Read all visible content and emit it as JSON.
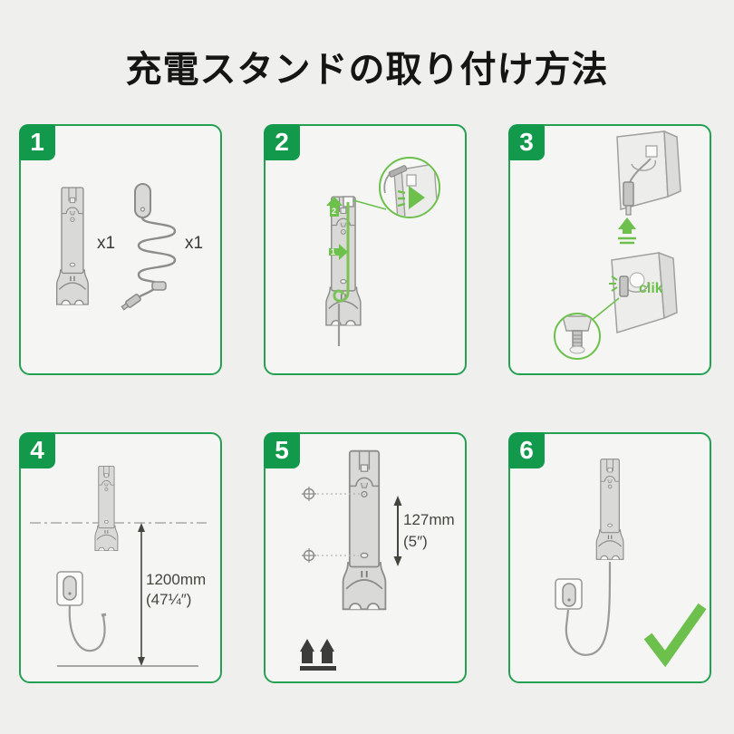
{
  "title": "充電スタンドの取り付け方法",
  "colors": {
    "page_background": "#efefed",
    "panel_border_green": "#24a053",
    "badge_green": "#12994b",
    "accent_green": "#6cc04b",
    "line_gray": "#8c8c8a",
    "text_dark": "#45453f"
  },
  "panels": [
    {
      "number": "1",
      "bracket_qty_label": "x1",
      "cable_qty_label": "x1"
    },
    {
      "number": "2",
      "step_arrow_2": "2",
      "step_arrow_1": "1"
    },
    {
      "number": "3",
      "click_label": "clik"
    },
    {
      "number": "4",
      "height_label_mm": "1200mm",
      "height_label_inch": "(47¼″)"
    },
    {
      "number": "5",
      "spacing_label_mm": "127mm",
      "spacing_label_inch": "(5″)"
    },
    {
      "number": "6"
    }
  ]
}
